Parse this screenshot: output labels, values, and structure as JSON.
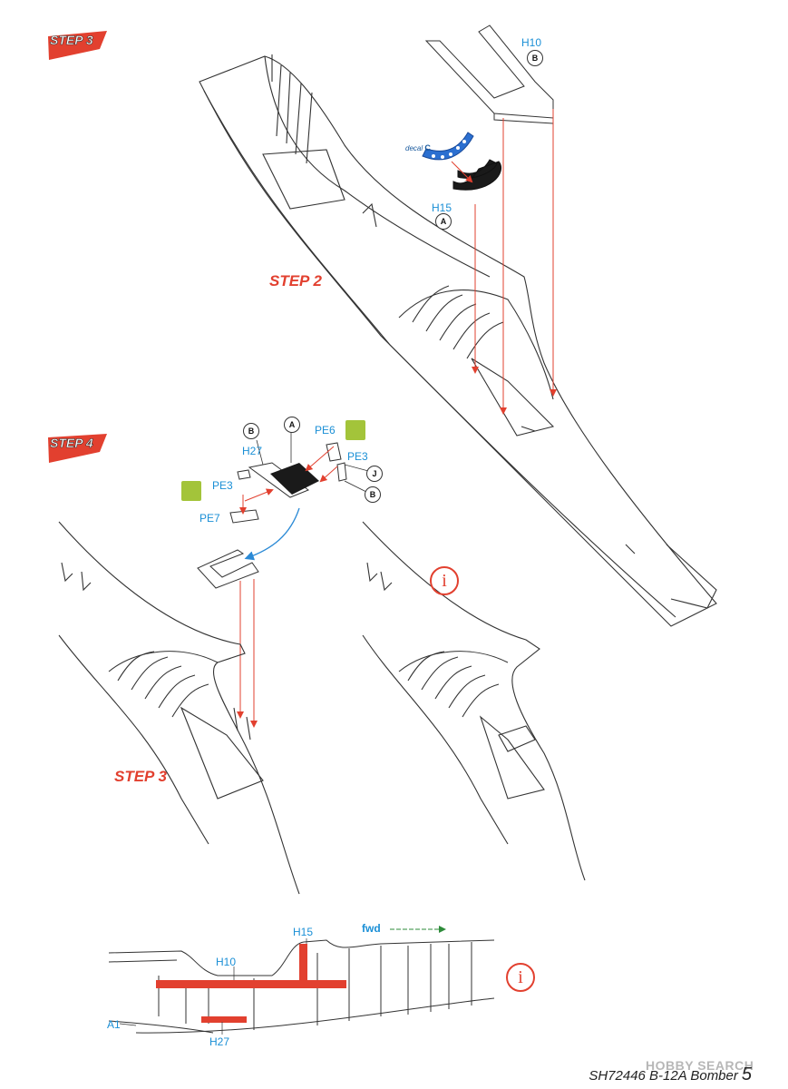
{
  "steps": {
    "flag_top": "STEP 3",
    "flag_mid": "STEP 4",
    "label_step2": "STEP 2",
    "label_step3": "STEP 3"
  },
  "parts": {
    "h10": "H10",
    "h15": "H15",
    "h27": "H27",
    "pe6": "PE6",
    "pe3_right": "PE3",
    "pe3_left": "PE3",
    "pe7": "PE7",
    "a1": "A1",
    "h10_bottom": "H10",
    "h15_bottom": "H15",
    "h27_bottom": "H27"
  },
  "sprue_letters": {
    "h10": "B",
    "h15": "A",
    "h27": "B",
    "top_a": "A",
    "j": "J",
    "b_right": "B"
  },
  "decal": {
    "prefix": "decal",
    "letter": "C"
  },
  "fwd_label": "fwd",
  "info_symbol": "i",
  "footer": {
    "text": "SH72446 B-12A Bomber",
    "page": "5"
  },
  "watermark": "HOBBY SEARCH",
  "colors": {
    "accent_red": "#e2402f",
    "part_blue": "#1a8fd6",
    "pe_green": "#a3c43a",
    "decal_blue": "#2b6fd0",
    "fwd_green": "#2e8b3a"
  }
}
